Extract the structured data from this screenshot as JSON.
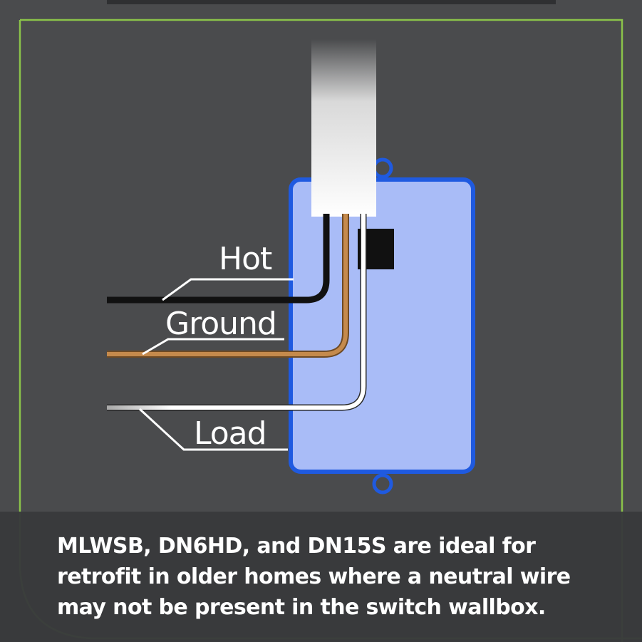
{
  "labels": {
    "hot": "Hot",
    "ground": "Ground",
    "load": "Load"
  },
  "caption": {
    "lines": [
      "MLWSB, DN6HD, and DN15S are ideal for",
      "retrofit in older homes where a neutral wire",
      "may not be present in the switch wallbox."
    ]
  },
  "colors": {
    "background": "#4a4b4d",
    "frame_border": "#8bc34a",
    "switch_fill": "#a9bcf7",
    "switch_border": "#1f5ae0",
    "hot_wire": "#111111",
    "ground_wire": "#c58a4c",
    "load_wire": "#ffffff"
  }
}
